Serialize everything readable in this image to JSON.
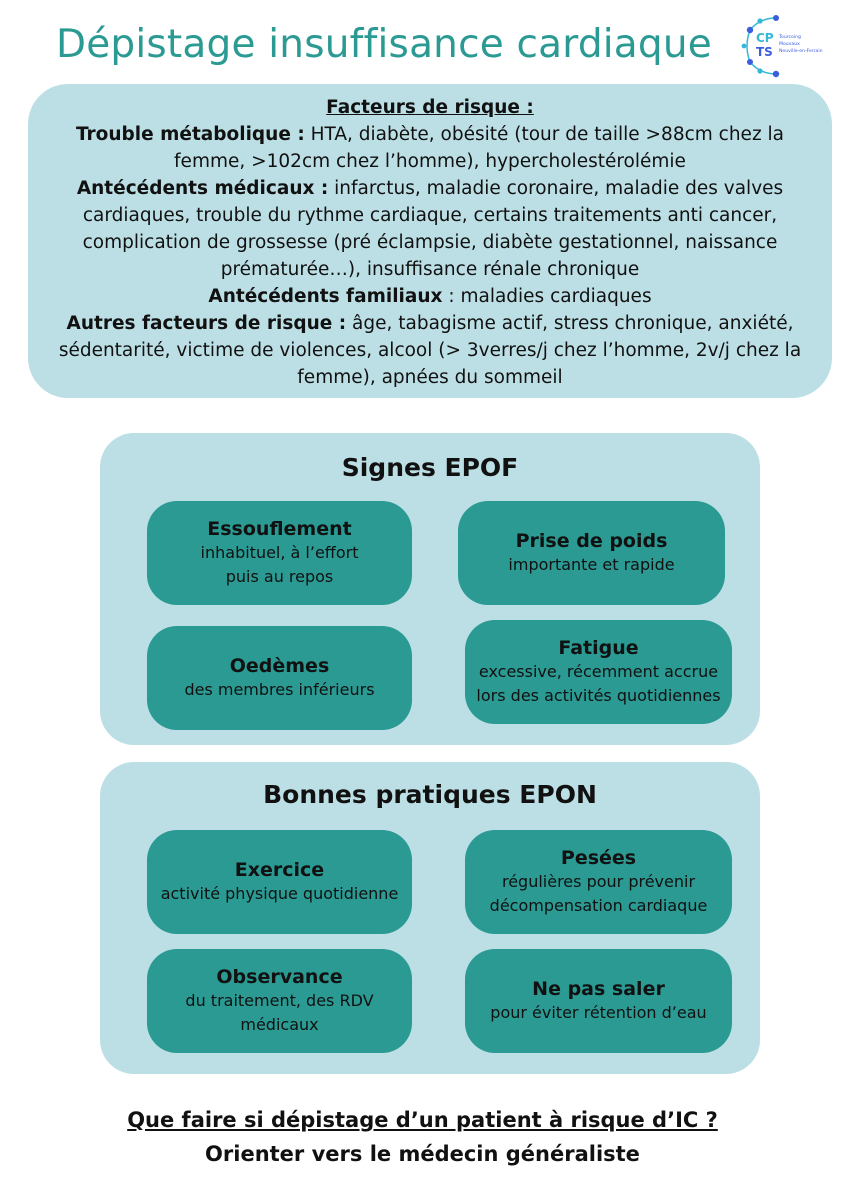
{
  "title": "Dépistage insuffisance cardiaque",
  "logo": {
    "letters_top": "CP",
    "letters_bottom": "TS",
    "lines": [
      "Tourcoing",
      "Mouvaux",
      "Neuville-en-Ferrain"
    ]
  },
  "risk": {
    "heading": "Facteurs de risque :",
    "items": [
      {
        "label": "Trouble métabolique :",
        "text": " HTA, diabète, obésité (tour de taille >88cm chez la femme, >102cm chez l’homme), hypercholestérolémie"
      },
      {
        "label": "Antécédents médicaux :",
        "text": " infarctus, maladie coronaire, maladie des valves cardiaques, trouble du rythme cardiaque, certains traitements anti cancer, complication de grossesse (pré éclampsie, diabète gestationnel, naissance prématurée…), insuffisance rénale chronique"
      },
      {
        "label": "Antécédents familiaux",
        "text": " : maladies cardiaques"
      },
      {
        "label": "Autres facteurs de risque :",
        "text": " âge, tabagisme actif, stress chronique, anxiété, sédentarité, victime de violences, alcool (> 3verres/j chez l’homme, 2v/j chez la femme), apnées du sommeil"
      }
    ]
  },
  "signs": {
    "title": "Signes EPOF",
    "cards": [
      {
        "title": "Essouflement",
        "desc": "inhabituel, à l’effort\npuis au repos"
      },
      {
        "title": "Prise de poids",
        "desc": "importante et rapide"
      },
      {
        "title": "Oedèmes",
        "desc": "des membres inférieurs"
      },
      {
        "title": "Fatigue",
        "desc": "excessive, récemment accrue\nlors des activités quotidiennes"
      }
    ]
  },
  "practices": {
    "title": "Bonnes pratiques EPON",
    "cards": [
      {
        "title": "Exercice",
        "desc": "activité physique quotidienne"
      },
      {
        "title": "Pesées",
        "desc": "régulières pour prévenir\ndécompensation cardiaque"
      },
      {
        "title": "Observance",
        "desc": "du traitement, des RDV\nmédicaux"
      },
      {
        "title": "Ne pas saler",
        "desc": "pour éviter rétention d’eau"
      }
    ]
  },
  "question": "Que faire si dépistage d’un patient à risque d’IC ?",
  "answer": "Orienter vers le médecin généraliste",
  "colors": {
    "accent": "#2a9a93",
    "panel": "#bcdfe5",
    "logo_blue": "#3b5ee0",
    "logo_cyan": "#35b8d6"
  }
}
